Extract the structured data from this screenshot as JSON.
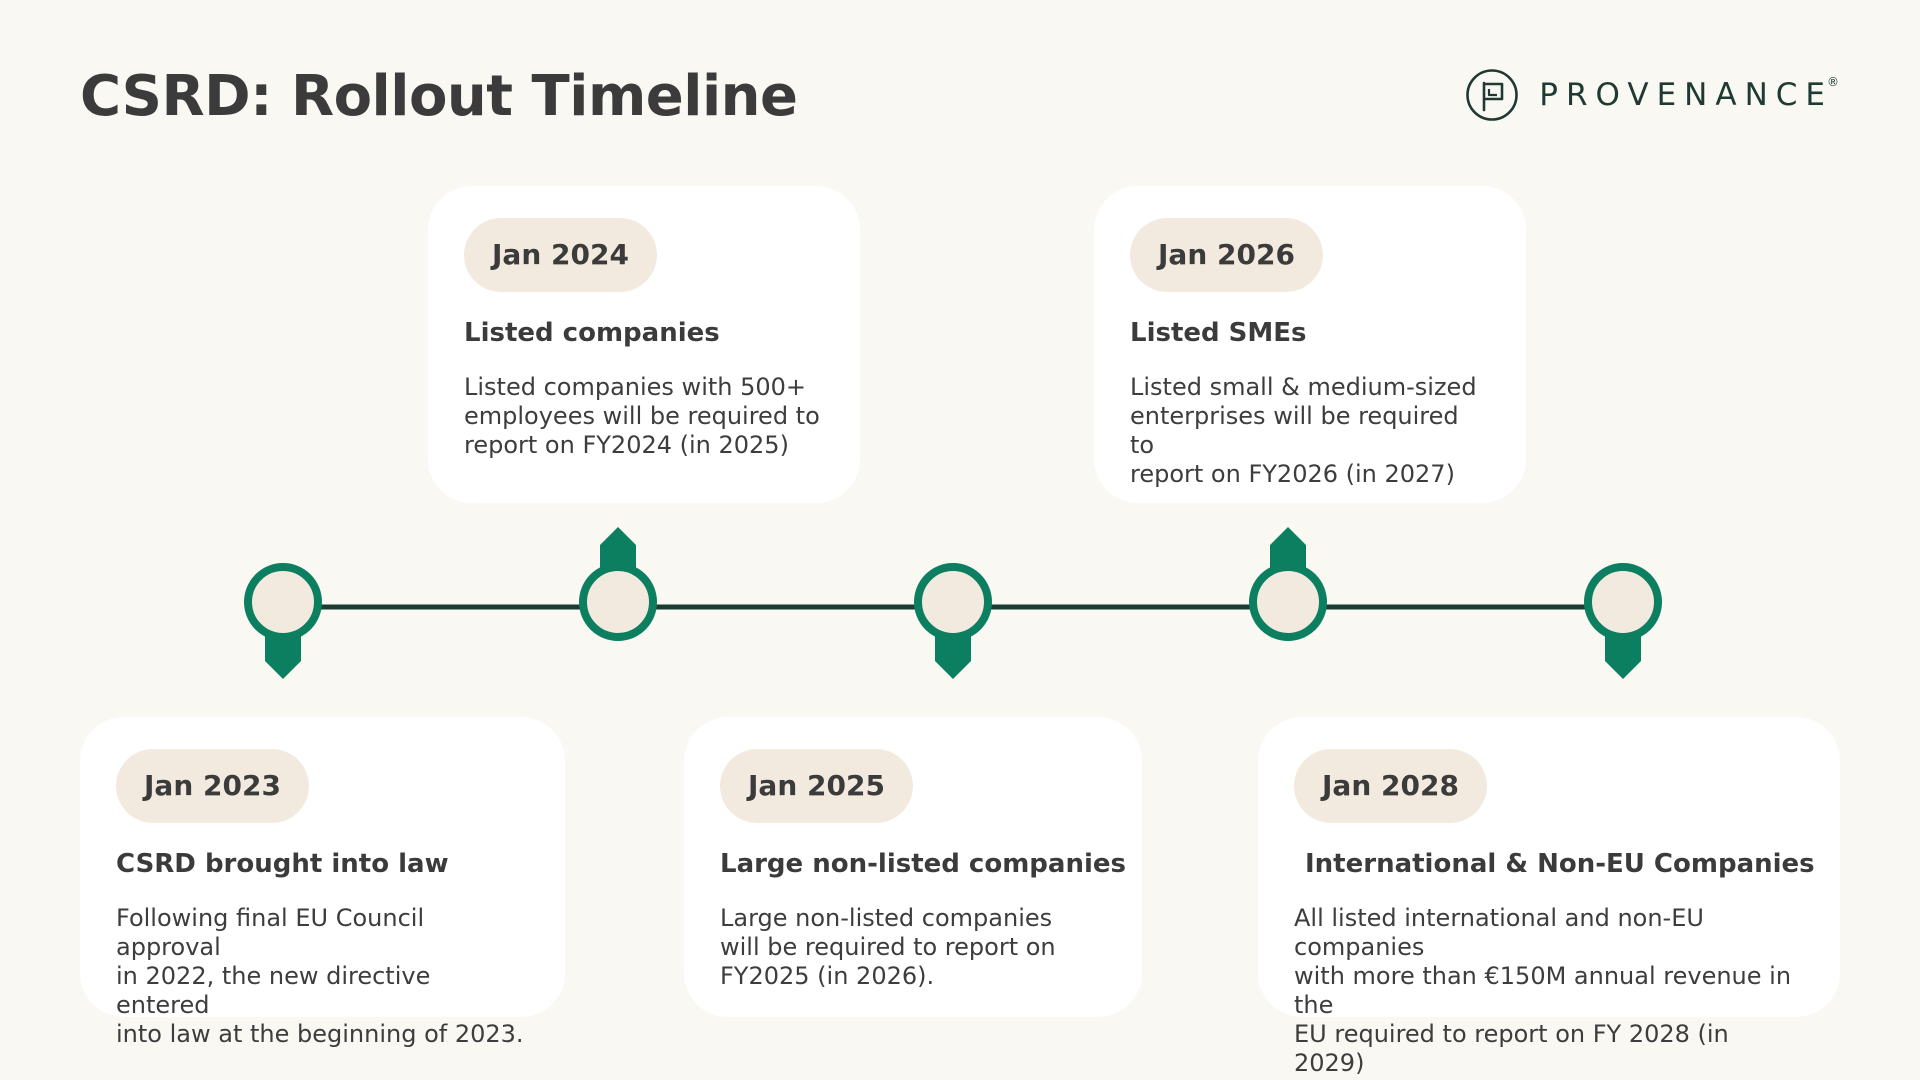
{
  "title": "CSRD: Rollout Timeline",
  "brand": {
    "name": "PROVENANCE",
    "registered": "®",
    "logo_icon": "flag-in-circle-icon"
  },
  "colors": {
    "background": "#f9f8f3",
    "accent": "#0b7f5f",
    "line": "#1b3b33",
    "node_fill": "#f2eadf",
    "card": "#ffffff",
    "pill": "#f2eadf"
  },
  "milestones": [
    {
      "date": "Jan 2023",
      "title": "CSRD brought into law",
      "description": "Following final EU Council approval\nin 2022, the new directive entered\ninto law at the beginning of 2023."
    },
    {
      "date": "Jan 2024",
      "title": "Listed companies",
      "description": "Listed companies with 500+\nemployees will be required to\nreport on FY2024 (in 2025)"
    },
    {
      "date": "Jan 2025",
      "title": "Large non-listed companies",
      "description": "Large non-listed companies\nwill be required to report on\nFY2025 (in 2026)."
    },
    {
      "date": "Jan 2026",
      "title": "Listed SMEs",
      "description": "Listed small & medium-sized\nenterprises will be required to\nreport on FY2026 (in 2027)"
    },
    {
      "date": "Jan 2028",
      "title": "International & Non-EU Companies",
      "description": "All listed international and non-EU companies\nwith more than €150M annual revenue in the\nEU required to report on FY 2028 (in 2029)"
    }
  ]
}
